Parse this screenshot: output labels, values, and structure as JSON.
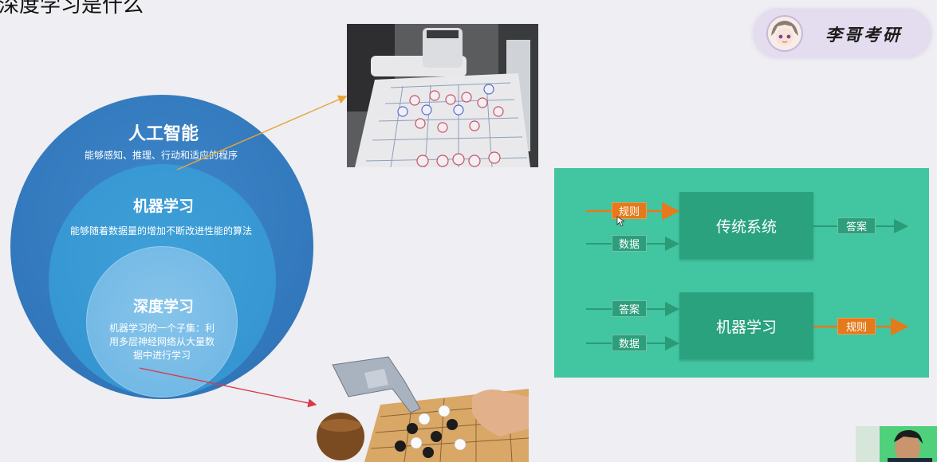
{
  "slide": {
    "title": "深度学习是什么"
  },
  "brand": {
    "name": "李哥考研"
  },
  "venn": {
    "ai": {
      "title": "人工智能",
      "desc": "能够感知、推理、行动和适应的程序"
    },
    "ml": {
      "title": "机器学习",
      "desc": "能够随着数据量的增加不断改进性能的算法"
    },
    "dl": {
      "title": "深度学习",
      "desc_lines": [
        "机器学习的一个子集：利",
        "用多层神经网络从大量数",
        "据中进行学习"
      ]
    }
  },
  "diagram": {
    "top": {
      "inputs": [
        "规则",
        "数据"
      ],
      "system": "传统系统",
      "output": "答案"
    },
    "bottom": {
      "inputs": [
        "答案",
        "数据"
      ],
      "system": "机器学习",
      "output": "规则"
    }
  },
  "colors": {
    "ai": "#2d70b5",
    "ml": "#3392cf",
    "dl": "#6cb5e4",
    "panel": "#42c5a1",
    "box": "#2aa27e",
    "highlight": "#e57a1c",
    "arrow_chess": "#e7a53a",
    "arrow_go": "#d93a4a"
  }
}
